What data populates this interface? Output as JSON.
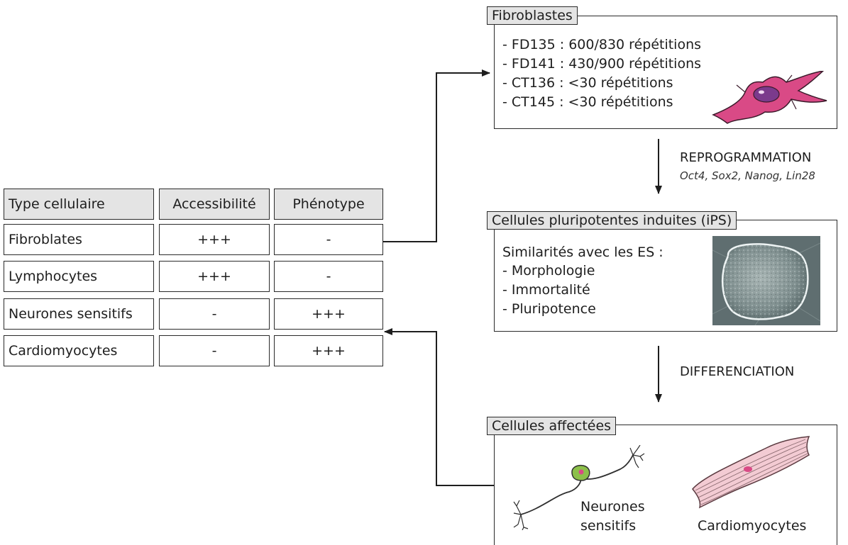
{
  "table": {
    "headers": [
      "Type cellulaire",
      "Accessibilité",
      "Phénotype"
    ],
    "rows": [
      {
        "type": "Fibroblates",
        "access": "+++",
        "pheno": "-"
      },
      {
        "type": "Lymphocytes",
        "access": "+++",
        "pheno": "-"
      },
      {
        "type": "Neurones sensitifs",
        "access": "-",
        "pheno": "+++"
      },
      {
        "type": "Cardiomyocytes",
        "access": "-",
        "pheno": "+++"
      }
    ]
  },
  "fibroblasts": {
    "title": "Fibroblastes",
    "lines": [
      "- FD135 : 600/830 répétitions",
      "- FD141 : 430/900 répétitions",
      "- CT136 : <30 répétitions",
      "- CT145 : <30 répétitions"
    ]
  },
  "reprogramming": {
    "label": "REPROGRAMMATION",
    "factors": "Oct4, Sox2, Nanog, Lin28"
  },
  "ips": {
    "title": "Cellules pluripotentes induites (iPS)",
    "lines": [
      "Similarités avec les ES :",
      "- Morphologie",
      "- Immortalité",
      "- Pluripotence"
    ]
  },
  "differentiation": {
    "label": "DIFFERENCIATION"
  },
  "affected": {
    "title": "Cellules affectées",
    "neuron_label_1": "Neurones",
    "neuron_label_2": "sensitifs",
    "cardio_label": "Cardiomyocytes"
  },
  "colors": {
    "header_fill": "#e4e4e4",
    "fibroblast_pink": "#d94a86",
    "fibroblast_nucleus": "#7b3a8c",
    "neuron_green": "#8cc04a",
    "cardio_pink": "#f3cbd3"
  }
}
